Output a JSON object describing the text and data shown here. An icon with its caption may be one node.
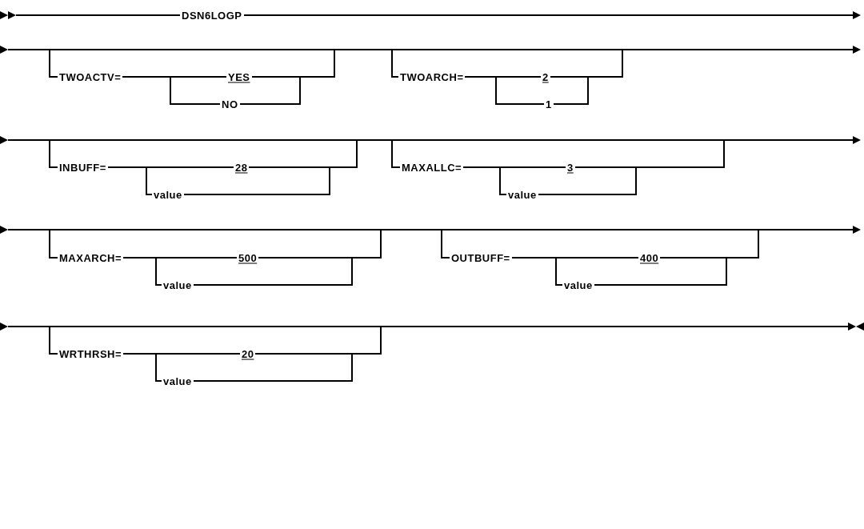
{
  "diagram": {
    "labels": [
      "DSN6LOGP",
      "TWOACTV=",
      "YES",
      "NO",
      "TWOARCH=",
      "2",
      "1",
      "INBUFF=",
      "28",
      "value",
      "MAXALLC=",
      "3",
      "value",
      "MAXARCH=",
      "500",
      "value",
      "OUTBUFF=",
      "400",
      "value",
      "WRTHRSH=",
      "20",
      "value"
    ]
  }
}
